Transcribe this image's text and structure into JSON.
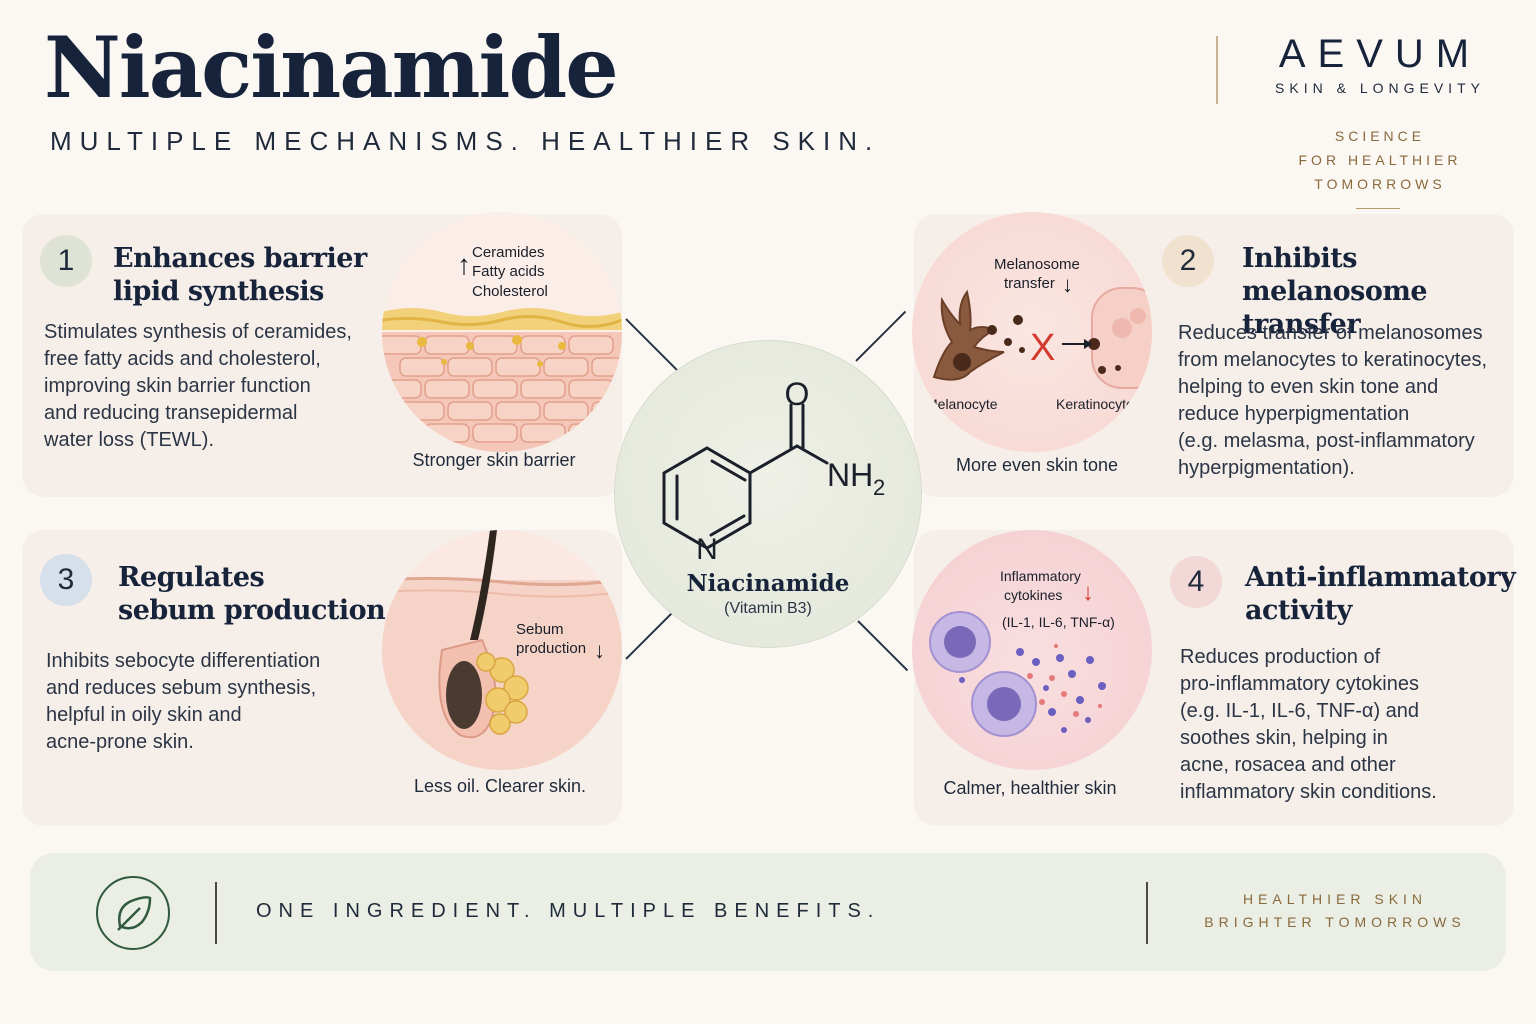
{
  "header": {
    "title": "Niacinamide",
    "subtitle": "MULTIPLE MECHANISMS. HEALTHIER SKIN."
  },
  "brand": {
    "name": "AEVUM",
    "sub": "SKIN & LONGEVITY",
    "tag": [
      "SCIENCE",
      "FOR HEALTHIER",
      "TOMORROWS"
    ]
  },
  "center": {
    "molecule_o": "O",
    "molecule_nh": "NH",
    "molecule_sub": "2",
    "molecule_n": "N",
    "name": "Niacinamide",
    "sub": "(Vitamin B3)"
  },
  "mechanisms": [
    {
      "num": "1",
      "heading": [
        "Enhances barrier",
        "lipid synthesis"
      ],
      "body": [
        "Stimulates synthesis of ceramides,",
        "free fatty acids and cholesterol,",
        "improving skin barrier function",
        "and reducing transepidermal",
        "water loss (TEWL)."
      ],
      "caption": "Stronger skin barrier",
      "labels": [
        "Ceramides",
        "Fatty acids",
        "Cholesterol"
      ],
      "arrow": "↑"
    },
    {
      "num": "2",
      "heading": [
        "Inhibits melanosome",
        "transfer"
      ],
      "body": [
        "Reduces transfer of melanosomes",
        "from melanocytes to keratinocytes,",
        "helping to even skin tone and",
        "reduce hyperpigmentation",
        "(e.g. melasma, post-inflammatory",
        "hyperpigmentation)."
      ],
      "caption": "More even skin tone",
      "labels": [
        "Melanosome",
        "transfer",
        "Melanocyte",
        "Keratinocyte"
      ],
      "arrow": "↓",
      "block": "X"
    },
    {
      "num": "3",
      "heading": [
        "Regulates",
        "sebum production"
      ],
      "body": [
        "Inhibits sebocyte differentiation",
        "and reduces sebum synthesis,",
        "helpful in oily skin and",
        "acne-prone skin."
      ],
      "caption": "Less oil. Clearer skin.",
      "labels": [
        "Sebum",
        "production"
      ],
      "arrow": "↓"
    },
    {
      "num": "4",
      "heading": [
        "Anti-inflammatory",
        "activity"
      ],
      "body": [
        "Reduces production of",
        "pro-inflammatory cytokines",
        "(e.g. IL-1, IL-6, TNF-α) and",
        "soothes skin, helping in",
        "acne, rosacea and other",
        "inflammatory skin conditions."
      ],
      "caption": "Calmer, healthier skin",
      "labels": [
        "Inflammatory",
        "cytokines",
        "(IL-1, IL-6, TNF-α)"
      ],
      "arrow": "↓"
    }
  ],
  "footer": {
    "text": "ONE INGREDIENT. MULTIPLE BENEFITS.",
    "tag": [
      "HEALTHIER SKIN",
      "BRIGHTER TOMORROWS"
    ]
  },
  "colors": {
    "navy": "#16233a",
    "gold": "#8a6a3c",
    "num1": "#dfe3d6",
    "num2": "#f1e2cf",
    "num3": "#d6e0ea",
    "num4": "#f3d8d8",
    "panel": "#f6efe9",
    "footer": "#eaeee5"
  }
}
